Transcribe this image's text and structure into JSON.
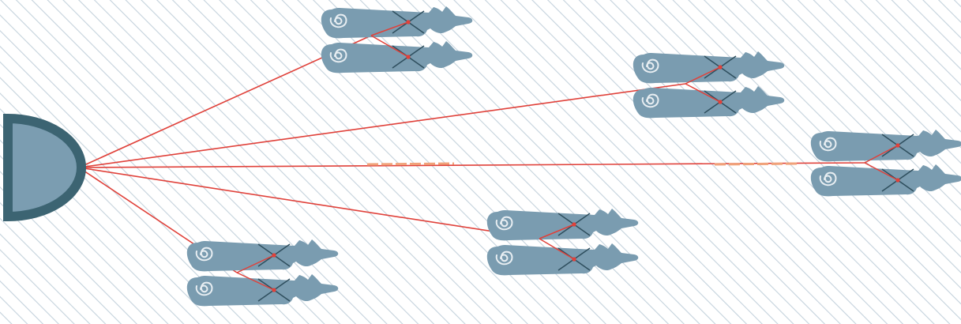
{
  "colors": {
    "background": "#ffffff",
    "hatch": "#c4d2dc",
    "line": "#e0413a",
    "highlight": "#f0a27a",
    "dog_fill": "#7a9cb0",
    "harness": "#2f4f5e",
    "anchor_fill": "#7b9db1",
    "anchor_rim": "#3c6472",
    "swirl": "#e8eef2"
  },
  "anchor": {
    "icon": "half-circle-anchor-icon"
  },
  "teams": [
    {
      "id": "top-left",
      "icon": "dog-pair-icon"
    },
    {
      "id": "upper-right",
      "icon": "dog-pair-icon"
    },
    {
      "id": "far-right",
      "icon": "dog-pair-icon"
    },
    {
      "id": "middle-bottom",
      "icon": "dog-pair-icon"
    },
    {
      "id": "lower-left",
      "icon": "dog-pair-icon"
    }
  ]
}
